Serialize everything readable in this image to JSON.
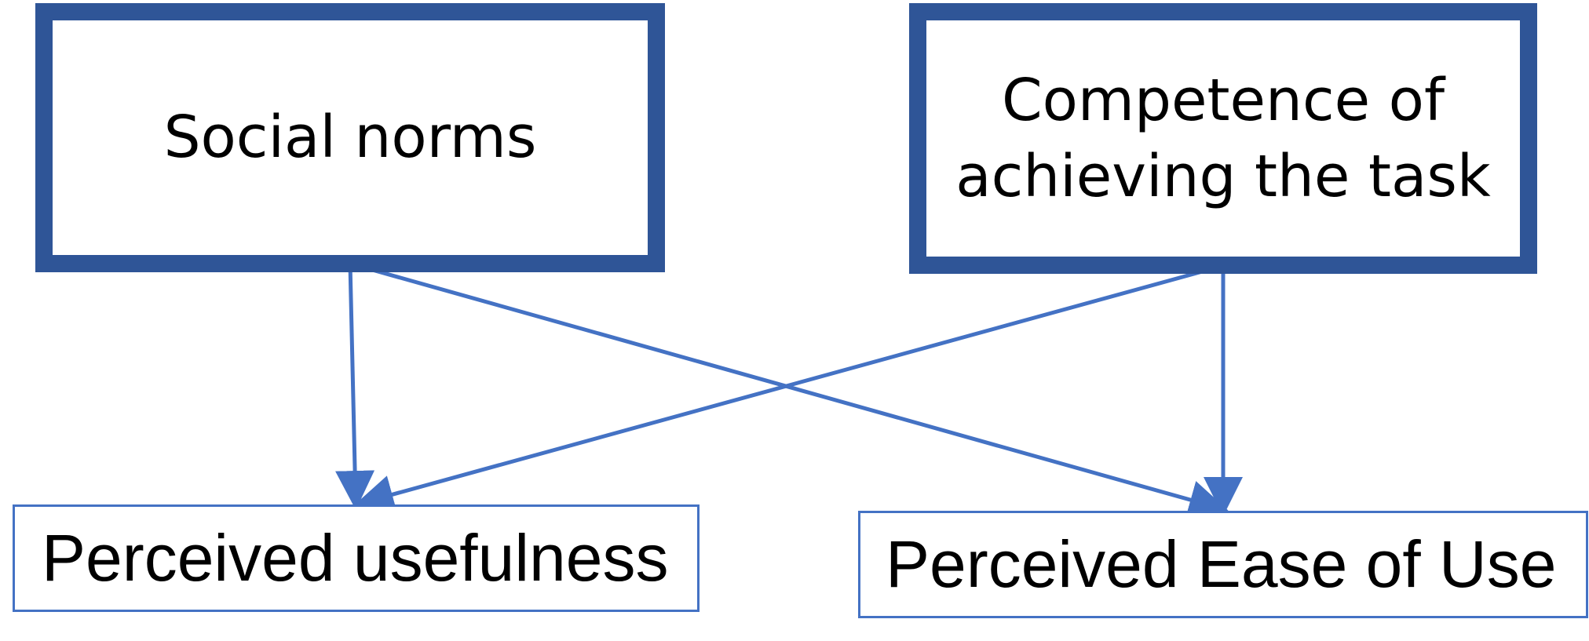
{
  "diagram": {
    "nodes": [
      {
        "id": "social",
        "label": "Social norms"
      },
      {
        "id": "competence",
        "label": "Competence of\nachieving the task"
      },
      {
        "id": "usefulness",
        "label": "Perceived usefulness"
      },
      {
        "id": "ease",
        "label": "Perceived Ease of Use"
      }
    ],
    "edges": [
      {
        "from": "social",
        "to": "usefulness"
      },
      {
        "from": "social",
        "to": "ease"
      },
      {
        "from": "competence",
        "to": "usefulness"
      },
      {
        "from": "competence",
        "to": "ease"
      }
    ],
    "colors": {
      "thick_border": "#2f5597",
      "thin_border": "#4472c4",
      "arrow": "#4472c4",
      "text": "#000000"
    }
  }
}
